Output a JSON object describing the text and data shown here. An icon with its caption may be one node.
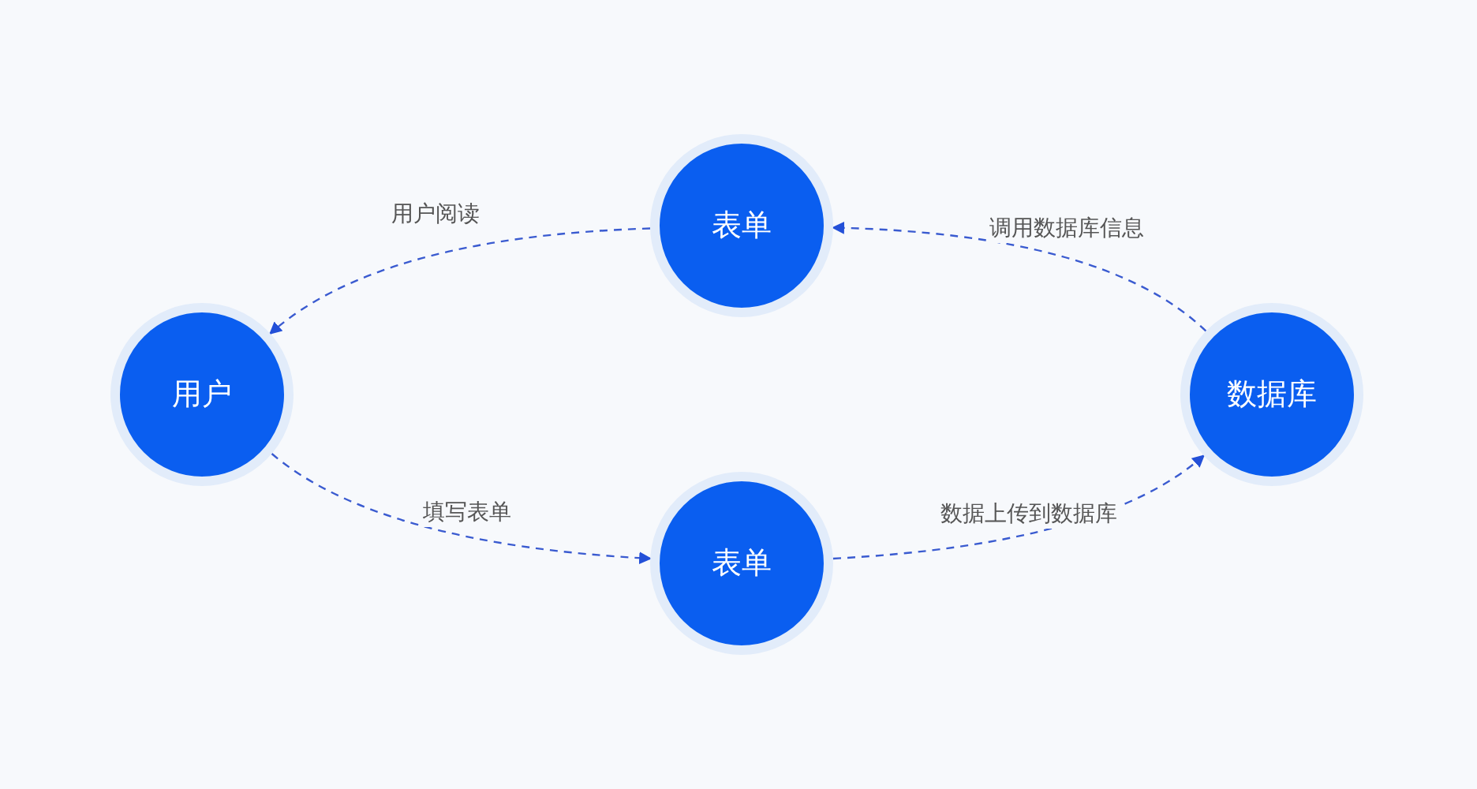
{
  "diagram": {
    "nodes": [
      {
        "text": [
          "用户"
        ]
      },
      {
        "text": [
          "表单"
        ]
      },
      {
        "text": [
          "表单"
        ]
      },
      {
        "text": [
          "数据库"
        ]
      }
    ],
    "edges": [
      {
        "from": 1,
        "to": 0,
        "arrow": "to",
        "style": "dashed",
        "label": "用户阅读"
      },
      {
        "from": 0,
        "to": 2,
        "arrow": "to",
        "style": "dashed",
        "label": "填写表单"
      },
      {
        "from": 2,
        "to": 3,
        "arrow": "to",
        "style": "dashed",
        "label": "数据上传到数据库"
      },
      {
        "from": 3,
        "to": 1,
        "arrow": "to",
        "style": "dashed",
        "label": "调用数据库信息"
      }
    ]
  }
}
